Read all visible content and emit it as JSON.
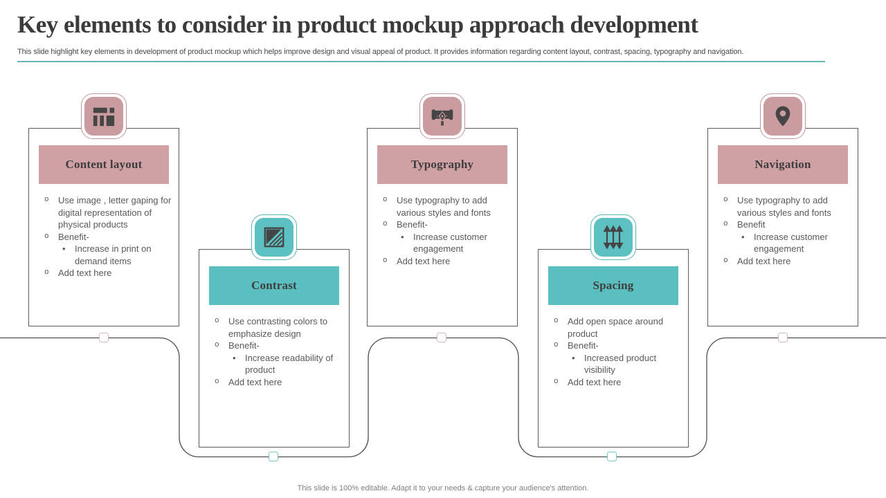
{
  "title": "Key elements to consider in product mockup approach development",
  "subtitle": "This slide highlight key elements in development of product mockup which helps improve design and visual appeal of product. It provides information regarding content layout, contrast, spacing, typography and navigation.",
  "footer": "This slide is 100% editable. Adapt it to your needs & capture your audience's attention.",
  "colors": {
    "pink": "#ca9b9f",
    "teal": "#5dc0c1",
    "accent_line": "#4aa9a5",
    "card_border": "#5a5a5a",
    "body_text": "#595959",
    "header_text": "#3d3d3d",
    "connector": "#4d4d4d",
    "handle_pink_border": "#dab9bc",
    "handle_teal_border": "#7cc5ca"
  },
  "cards": [
    {
      "header": "Content layout",
      "theme": "pink",
      "icon": "layout-grid-icon",
      "items": [
        {
          "level": 1,
          "text": "Use image , letter gaping for digital representation of physical products"
        },
        {
          "level": 1,
          "text": "Benefit-"
        },
        {
          "level": 2,
          "text": "Increase in print on demand items"
        },
        {
          "level": 1,
          "text": "Add text here"
        }
      ]
    },
    {
      "header": "Contrast",
      "theme": "teal",
      "icon": "contrast-icon",
      "items": [
        {
          "level": 1,
          "text": "Use contrasting colors to emphasize design"
        },
        {
          "level": 1,
          "text": "Benefit-"
        },
        {
          "level": 2,
          "text": "Increase readability of product"
        },
        {
          "level": 1,
          "text": "Add text here"
        }
      ]
    },
    {
      "header": "Typography",
      "theme": "pink",
      "icon": "typography-pen-icon",
      "items": [
        {
          "level": 1,
          "text": "Use typography to add various styles and fonts"
        },
        {
          "level": 1,
          "text": "Benefit-"
        },
        {
          "level": 2,
          "text": "Increase customer engagement"
        },
        {
          "level": 1,
          "text": "Add text here"
        }
      ]
    },
    {
      "header": "Spacing",
      "theme": "teal",
      "icon": "spacing-arrows-icon",
      "items": [
        {
          "level": 1,
          "text": "Add open space around product"
        },
        {
          "level": 1,
          "text": "Benefit-"
        },
        {
          "level": 2,
          "text": "Increased product visibility"
        },
        {
          "level": 1,
          "text": "Add text here"
        }
      ]
    },
    {
      "header": "Navigation",
      "theme": "pink",
      "icon": "location-pin-icon",
      "items": [
        {
          "level": 1,
          "text": "Use typography to add various styles and fonts"
        },
        {
          "level": 1,
          "text": "Benefit"
        },
        {
          "level": 2,
          "text": "Increase customer engagement"
        },
        {
          "level": 1,
          "text": "Add text here"
        }
      ]
    }
  ]
}
